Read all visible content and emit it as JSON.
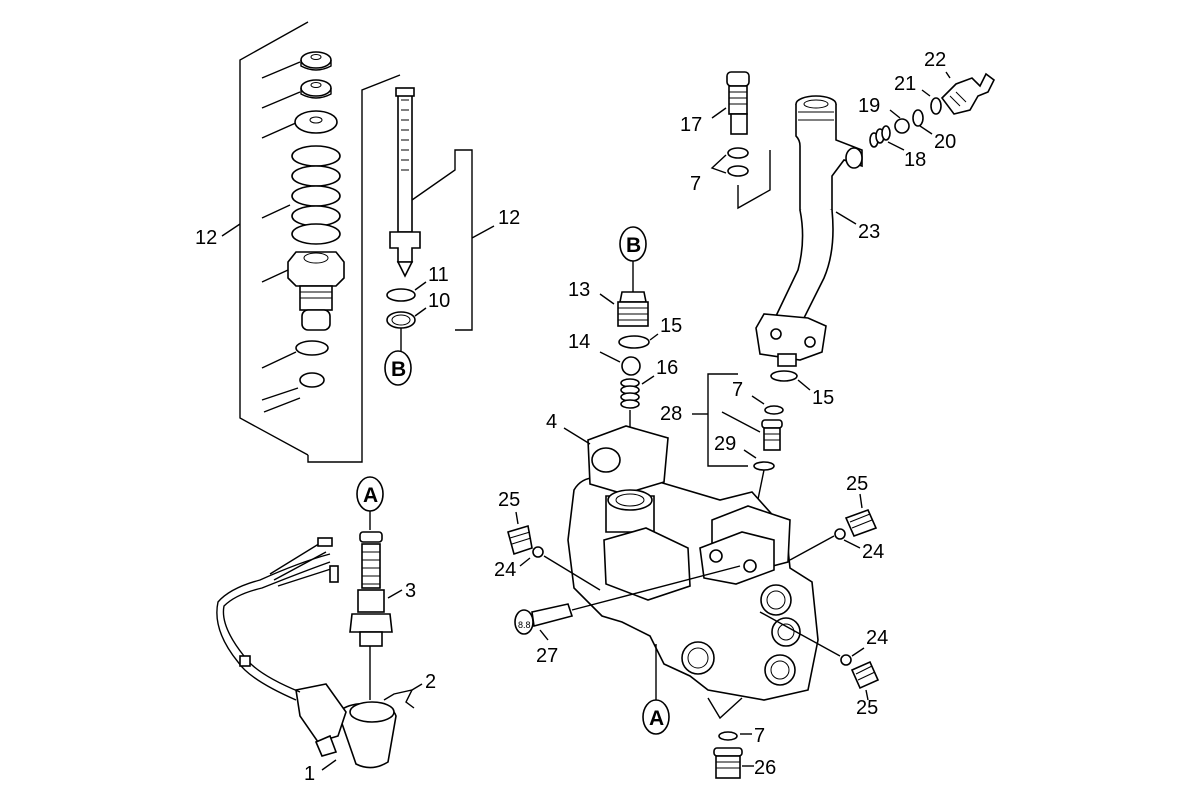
{
  "callouts": {
    "c1": "1",
    "c2": "2",
    "c3": "3",
    "c4": "4",
    "c7a": "7",
    "c7b": "7",
    "c7c": "7",
    "c10": "10",
    "c11": "11",
    "c12a": "12",
    "c12b": "12",
    "c13": "13",
    "c14": "14",
    "c15a": "15",
    "c15b": "15",
    "c16": "16",
    "c17": "17",
    "c18": "18",
    "c19": "19",
    "c20": "20",
    "c21": "21",
    "c22": "22",
    "c23": "23",
    "c24a": "24",
    "c24b": "24",
    "c24c": "24",
    "c25a": "25",
    "c25b": "25",
    "c25c": "25",
    "c26": "26",
    "c27": "27",
    "c28": "28",
    "c29": "29"
  },
  "refs": {
    "a_top": "A",
    "a_bottom": "A",
    "b_top": "B",
    "b_bottom": "B"
  },
  "bolt_mark": "8.8"
}
